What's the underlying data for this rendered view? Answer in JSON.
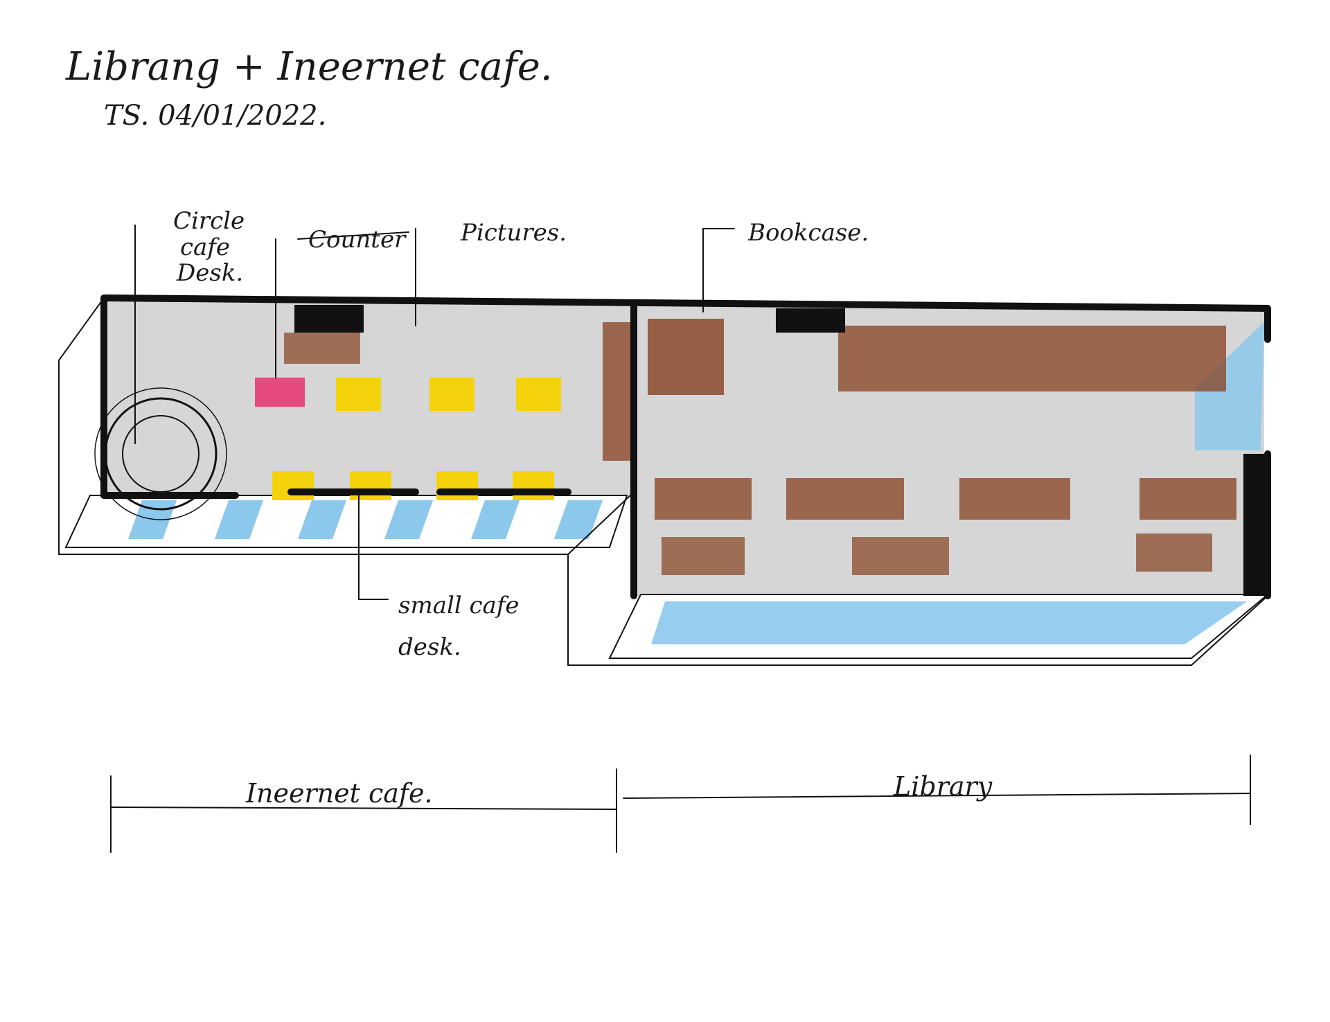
{
  "header": {
    "title": "Librang + Ineernet cafe.",
    "signature_date": "TS. 04/01/2022."
  },
  "labels": {
    "circle_cafe_desk": [
      "Circle",
      "cafe",
      "Desk."
    ],
    "counter": "Counter",
    "pictures": "Pictures.",
    "bookcase": "Bookcase.",
    "small_cafe_desk": [
      "small cafe",
      "desk."
    ]
  },
  "dimensions": {
    "internet_cafe": "Ineernet cafe.",
    "library": "Library"
  },
  "colors": {
    "ink": "#111111",
    "floor_grey": "#c9c9c9",
    "desk_yellow": "#f5d30c",
    "counter_pink": "#e8306e",
    "wood_brown": "#8b4a2b",
    "glass_blue": "#8cc8ec"
  }
}
